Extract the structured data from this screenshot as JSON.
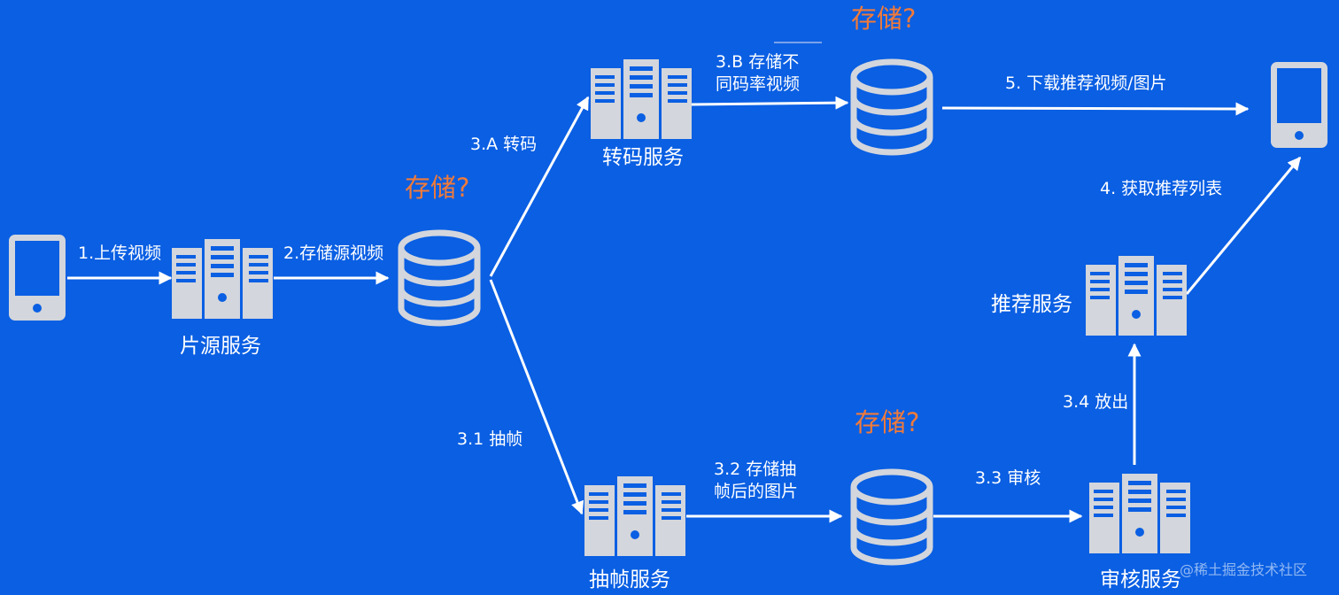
{
  "colors": {
    "background": "#0a5fe3",
    "icon": "#d3d6dc",
    "arrow": "#ffffff",
    "question": "#f07a3a"
  },
  "nodes": {
    "source_service": "片源服务",
    "transcode_service": "转码服务",
    "frame_service": "抽帧服务",
    "review_service": "审核服务",
    "recommend_service": "推荐服务"
  },
  "edges": {
    "upload": "1.上传视频",
    "store_source": "2.存储源视频",
    "transcode": "3.A 转码",
    "store_bitrates": [
      "3.B 存储不",
      "同码率视频"
    ],
    "extract_frames": "3.1 抽帧",
    "store_frames": [
      "3.2 存储抽",
      "帧后的图片"
    ],
    "review": "3.3 审核",
    "release": "3.4 放出",
    "get_list": "4. 获取推荐列表",
    "download": "5. 下载推荐视频/图片"
  },
  "storage_question": "存储?",
  "watermark": "@稀土掘金技术社区"
}
